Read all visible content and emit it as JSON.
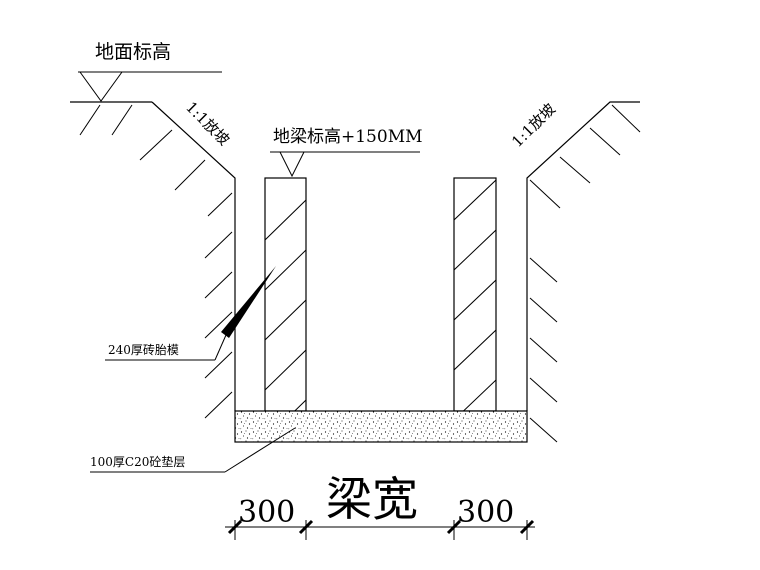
{
  "labels": {
    "ground_level": "地面标高",
    "slope_left": "1:1放坡",
    "slope_right": "1:1放坡",
    "beam_level": "地梁标高+150MM",
    "brick_mold": "240厚砖胎模",
    "cushion": "100厚C20砼垫层",
    "beam_width": "梁宽",
    "dim_left": "300",
    "dim_right": "300"
  }
}
